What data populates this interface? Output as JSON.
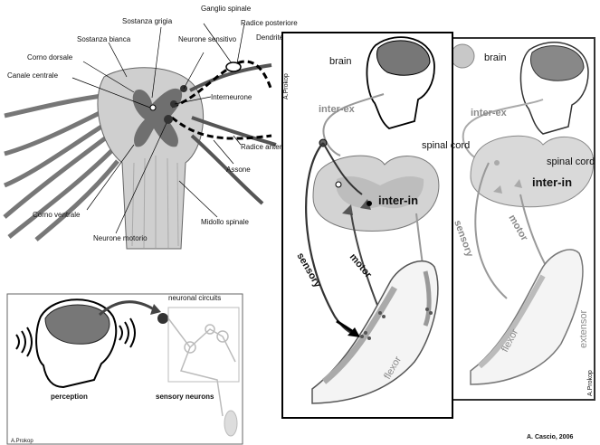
{
  "spinal_diagram": {
    "labels": {
      "sostanza_grigia": "Sostanza grigia",
      "sostanza_bianca": "Sostanza bianca",
      "corno_dorsale": "Corno dorsale",
      "canale_centrale": "Canale centrale",
      "corno_ventrale": "Corno ventrale",
      "ganglio_spinale": "Ganglio spinale",
      "radice_posteriore": "Radice posteriore",
      "dendrite": "Dendrite",
      "neurone_sensitivo": "Neurone sensitivo",
      "interneurone": "Interneurone",
      "assone": "Assone",
      "radice_anteriore": "Radice anteriore",
      "midollo_spinale": "Midollo spinale",
      "neurone_motorio": "Neurone motorio"
    }
  },
  "perception_panel": {
    "title": "neuronal circuits",
    "perception": "perception",
    "sensory_neurons": "sensory neurons",
    "credit": "A.Prokop"
  },
  "reflex_left": {
    "brain": "brain",
    "inter_ex": "inter-ex",
    "spinal_cord": "spinal cord",
    "inter_in": "inter-in",
    "sensory": "sensory",
    "motor": "motor",
    "flexor": "flexor",
    "credit": "A.Prokop"
  },
  "reflex_right": {
    "brain": "brain",
    "inter_ex": "inter-ex",
    "spinal_cord": "spinal cord",
    "inter_in": "inter-in",
    "sensory": "sensory",
    "motor": "motor",
    "flexor": "flexor",
    "extensor": "extensor",
    "credit": "A.Prokop"
  },
  "footer": {
    "credit": "A. Cascio, 2006"
  }
}
